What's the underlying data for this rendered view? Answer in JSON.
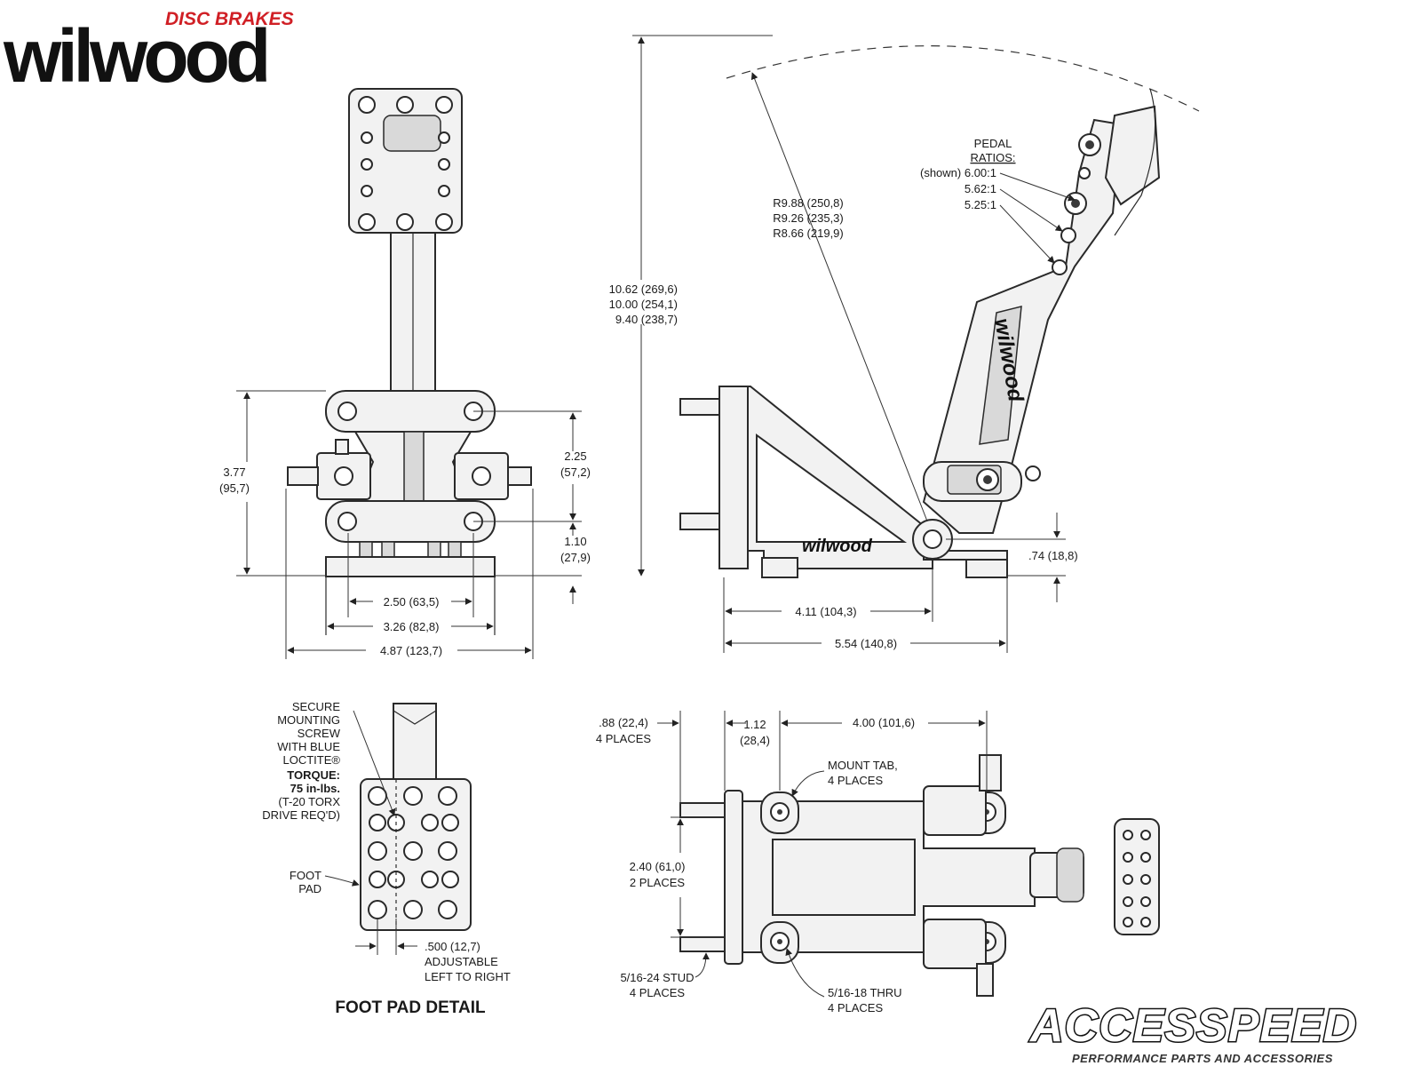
{
  "logo": {
    "brand": "wilwood",
    "tagline": "DISC BRAKES"
  },
  "watermark": {
    "brand": "ACCESSPEED",
    "tagline": "PERFORMANCE PARTS AND ACCESSORIES"
  },
  "front_view": {
    "height_total": "3.77",
    "height_total_mm": "(95,7)",
    "height_mid": "2.25",
    "height_mid_mm": "(57,2)",
    "height_low": "1.10",
    "height_low_mm": "(27,9)",
    "width_a": "2.50 (63,5)",
    "width_b": "3.26 (82,8)",
    "width_c": "4.87 (123,7)"
  },
  "side_view": {
    "height_lines": [
      "10.62 (269,6)",
      "10.00 (254,1)",
      "9.40 (238,7)"
    ],
    "radius_lines": [
      "R9.88 (250,8)",
      "R9.26 (235,3)",
      "R8.66 (219,9)"
    ],
    "ratio_title_1": "PEDAL",
    "ratio_title_2": "RATIOS:",
    "ratios": [
      "(shown) 6.00:1",
      "5.62:1",
      "5.25:1"
    ],
    "pivot_height": ".74 (18,8)",
    "pivot_dist": "4.11 (104,3)",
    "base_len": "5.54 (140,8)",
    "pedal_logo": "wilwood",
    "bracket_logo": "wilwood"
  },
  "foot_pad": {
    "note_lines": [
      "SECURE",
      "MOUNTING",
      "SCREW",
      "WITH BLUE",
      "LOCTITE®",
      "TORQUE:",
      "75 in-lbs.",
      "(T-20 TORX",
      "DRIVE REQ'D)"
    ],
    "pad_label": [
      "FOOT",
      "PAD"
    ],
    "adjust_lines": [
      ".500 (12,7)",
      "ADJUSTABLE",
      "LEFT TO RIGHT"
    ],
    "title": "FOOT PAD DETAIL"
  },
  "top_view": {
    "stud_len": [
      ".88 (22,4)",
      "4 PLACES"
    ],
    "tab_offset": [
      "1.12",
      "(28,4)"
    ],
    "tab_span": "4.00 (101,6)",
    "mount_tab": [
      "MOUNT TAB,",
      "4 PLACES"
    ],
    "stud_spacing": [
      "2.40 (61,0)",
      "2 PLACES"
    ],
    "stud_spec": [
      "5/16-24 STUD",
      "4 PLACES"
    ],
    "thru_spec": [
      "5/16-18 THRU",
      "4 PLACES"
    ]
  }
}
